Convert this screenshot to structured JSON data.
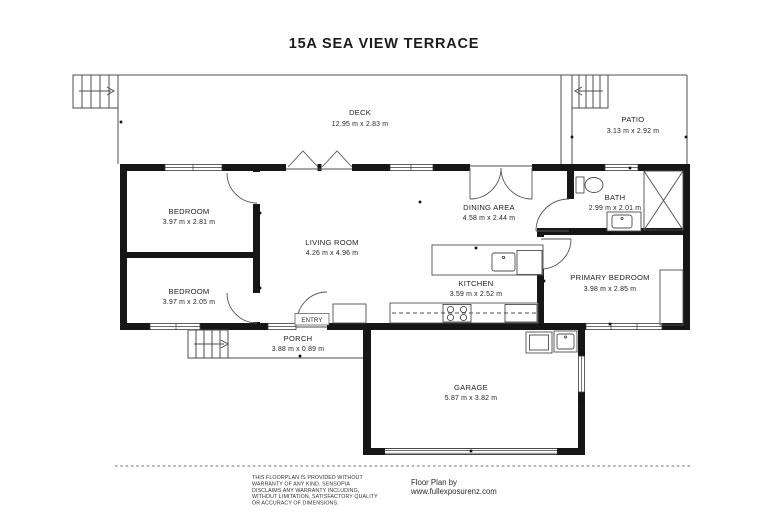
{
  "title": "15A SEA VIEW TERRACE",
  "rooms": {
    "deck": {
      "name": "DECK",
      "dims": "12.95 m x 2.83 m"
    },
    "patio": {
      "name": "PATIO",
      "dims": "3.13 m x 2.92 m"
    },
    "bedroom_top": {
      "name": "BEDROOM",
      "dims": "3.97 m x 2.81 m"
    },
    "bedroom_bottom": {
      "name": "BEDROOM",
      "dims": "3.97 m x 2.05 m"
    },
    "living_room": {
      "name": "LIVING ROOM",
      "dims": "4.26 m x 4.96 m"
    },
    "dining_area": {
      "name": "DINING AREA",
      "dims": "4.58 m x 2.44 m"
    },
    "bath": {
      "name": "BATH",
      "dims": "2.99 m x 2.01 m"
    },
    "kitchen": {
      "name": "KITCHEN",
      "dims": "3.59 m x 2.52 m"
    },
    "primary_bedroom": {
      "name": "PRIMARY BEDROOM",
      "dims": "3.98 m x 2.85 m"
    },
    "entry": {
      "name": "ENTRY"
    },
    "porch": {
      "name": "PORCH",
      "dims": "3.88 m x 0.89 m"
    },
    "garage": {
      "name": "GARAGE",
      "dims": "5.87 m x 3.82 m"
    }
  },
  "footer": {
    "disclaimer": [
      "THIS FLOORPLAN IS PROVIDED WITHOUT",
      "WARRANTY OF ANY KIND. SENSOPIA",
      "DISCLAIMS ANY WARRANTY INCLUDING,",
      "WITHOUT LIMITATION, SATISFACTORY QUALITY",
      "OR ACCURACY OF DIMENSIONS."
    ],
    "credit": [
      "Floor Plan by",
      "www.fullexposurenz.com"
    ]
  },
  "colors": {
    "wall": "#161616",
    "line": "#4d4d4d",
    "text": "#1f1f1f",
    "background": "#ffffff"
  }
}
